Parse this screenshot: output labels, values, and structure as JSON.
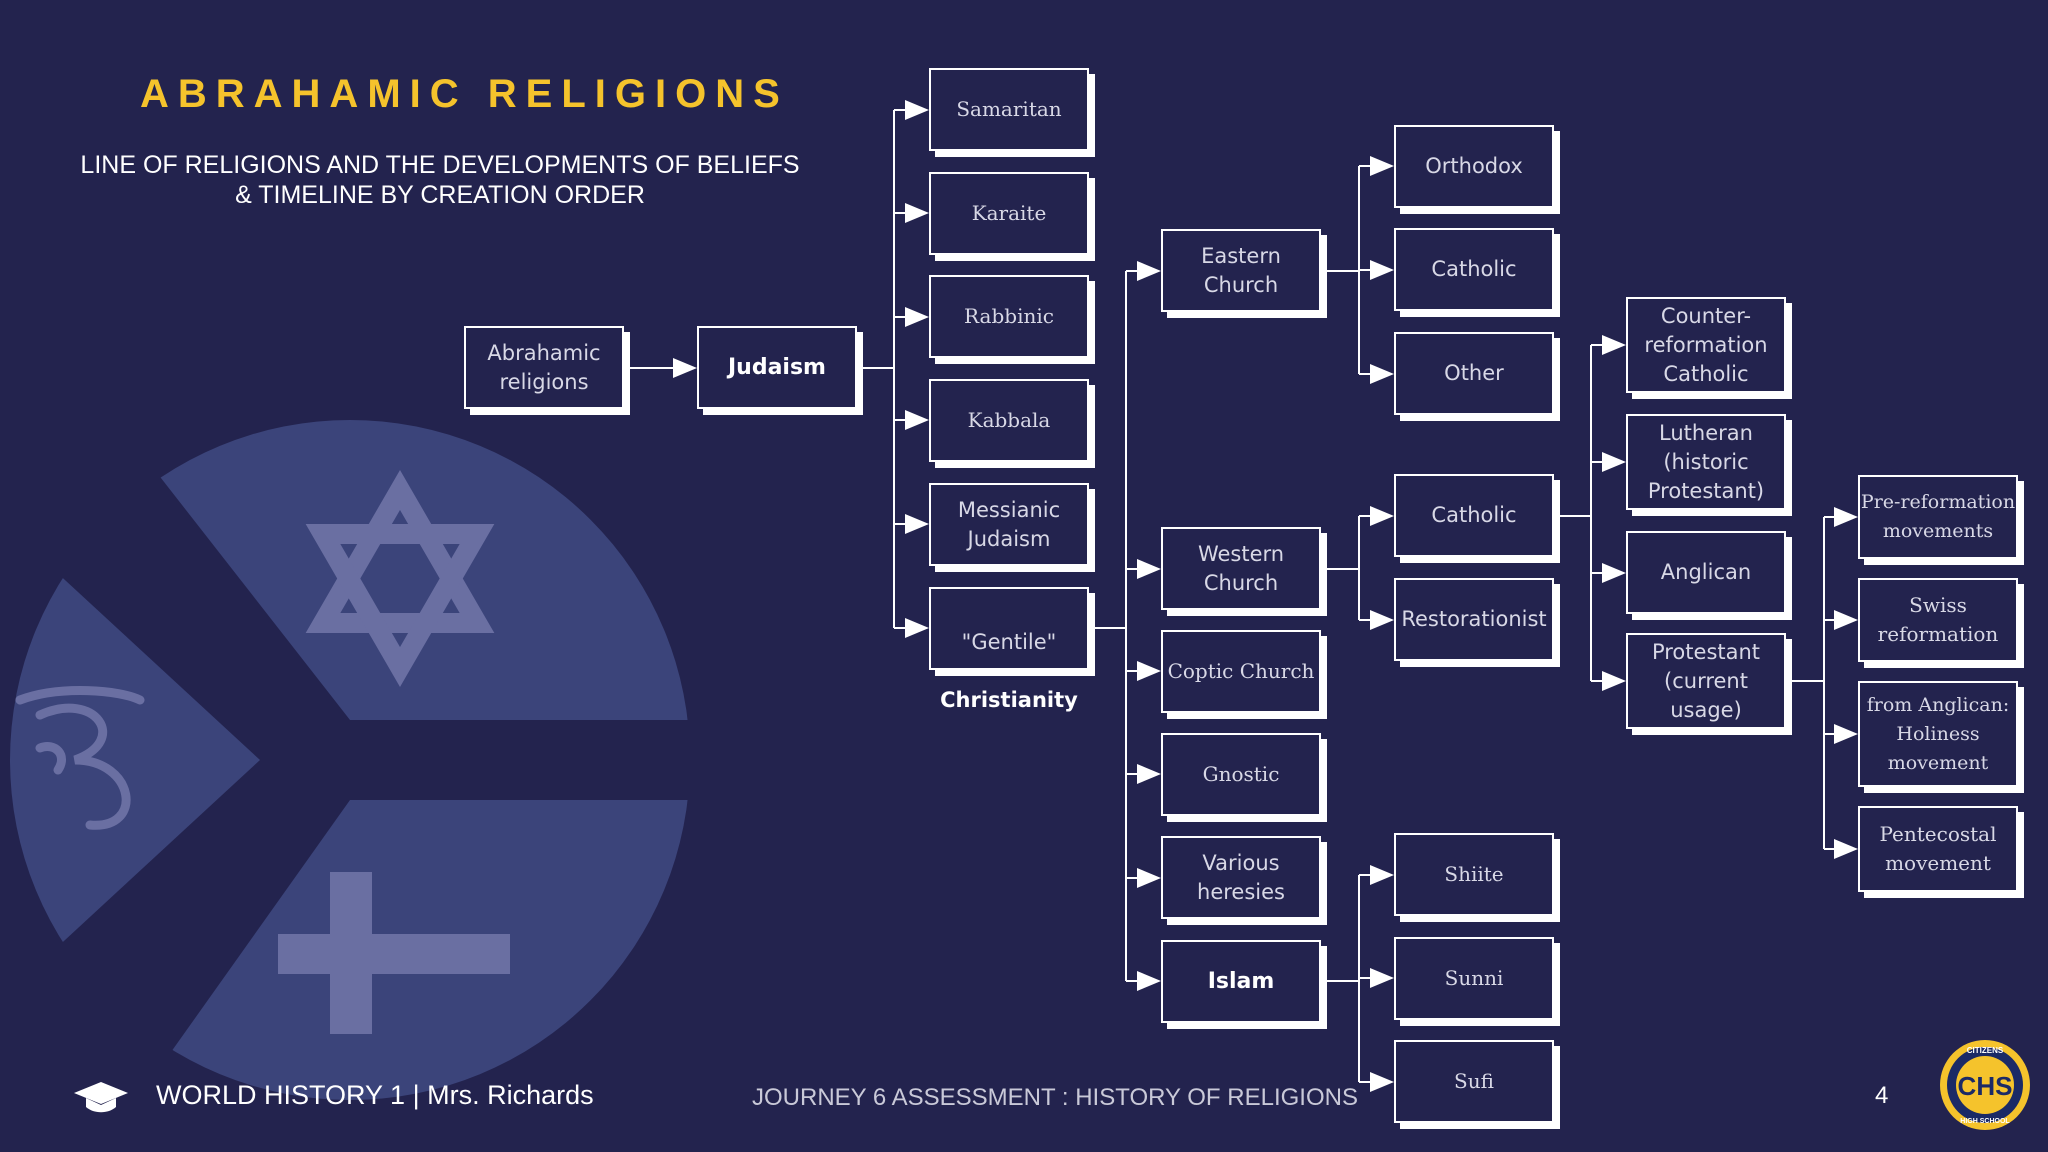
{
  "header": {
    "title": "ABRAHAMIC RELIGIONS",
    "subtitle_line1": "LINE OF RELIGIONS AND THE DEVELOPMENTS OF BELIEFS",
    "subtitle_line2": "& TIMELINE BY CREATION ORDER"
  },
  "tree": {
    "abrahamic": "Abrahamic\nreligions",
    "judaism": "Judaism",
    "samaritan": "Samaritan",
    "karaite": "Karaite",
    "rabbinic": "Rabbinic",
    "kabbala": "Kabbala",
    "messianic": "Messianic\nJudaism",
    "gentile_top": "\"Gentile\"",
    "gentile_bottom": "Christianity",
    "eastern": "Eastern\nChurch",
    "western": "Western\nChurch",
    "coptic": "Coptic Church",
    "gnostic": "Gnostic",
    "heresies": "Various\nheresies",
    "islam": "Islam",
    "orthodox": "Orthodox",
    "e_catholic": "Catholic",
    "other": "Other",
    "w_catholic": "Catholic",
    "restorationist": "Restorationist",
    "shiite": "Shiite",
    "sunni": "Sunni",
    "sufi": "Sufi",
    "counter": "Counter-\nreformation\nCatholic",
    "lutheran": "Lutheran\n(historic\nProtestant)",
    "anglican": "Anglican",
    "protestant": "Protestant\n(current\nusage)",
    "prereform": "Pre-reformation\nmovements",
    "swiss": "Swiss\nreformation",
    "holiness": "from Anglican:\nHoliness\nmovement",
    "pentecostal": "Pentecostal\nmovement"
  },
  "footer": {
    "course": "WORLD HISTORY 1 | Mrs. Richards",
    "assessment": "JOURNEY 6 ASSESSMENT : HISTORY OF RELIGIONS",
    "page_number": "4"
  },
  "logo": {
    "top_text": "CITIZENS",
    "letters": "CHS",
    "bottom_text": "HIGH SCHOOL"
  },
  "icons": [
    "star-of-david-icon",
    "om-icon",
    "cross-icon",
    "graduation-cap-icon"
  ],
  "colors": {
    "background": "#23234e",
    "title": "#f5c32c",
    "line": "#ffffff"
  }
}
